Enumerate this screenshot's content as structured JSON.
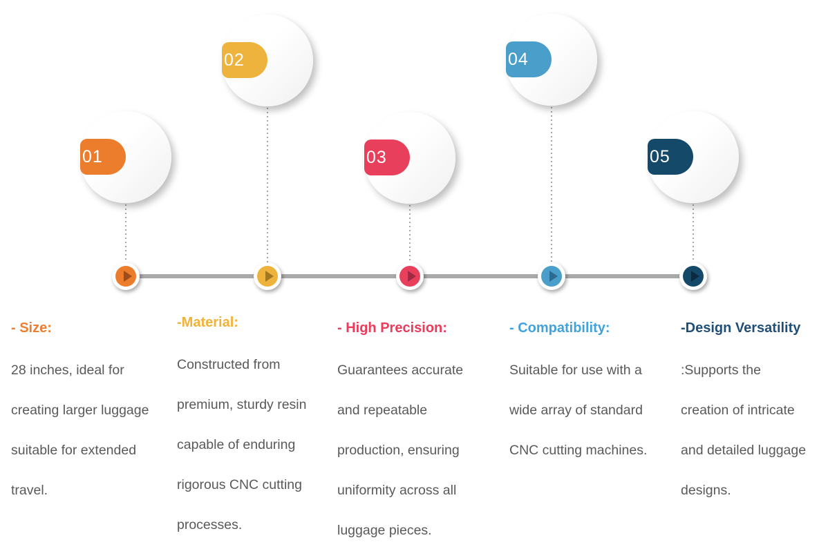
{
  "items": [
    {
      "number": "01",
      "color": "#ec7d2d",
      "arrow": "#9c4d1b",
      "heading": "- Size:",
      "heading_color": "#ed7d31",
      "lines": [
        "28 inches, ideal for",
        "creating larger luggage",
        "suitable for extended",
        "travel."
      ]
    },
    {
      "number": "02",
      "color": "#eeb33c",
      "arrow": "#a3761f",
      "heading": "-Material:",
      "heading_color": "#f2b138",
      "lines": [
        "Constructed from",
        "premium, sturdy resin",
        "capable of enduring",
        "rigorous CNC cutting",
        "processes."
      ]
    },
    {
      "number": "03",
      "color": "#e8405c",
      "arrow": "#a32843",
      "heading": "- High Precision:",
      "heading_color": "#ec3a5b",
      "lines": [
        "Guarantees accurate",
        "and repeatable",
        "production, ensuring",
        "uniformity across all",
        "luggage pieces."
      ]
    },
    {
      "number": "04",
      "color": "#4a9eca",
      "arrow": "#2d6a8f",
      "heading": "- Compatibility:",
      "heading_color": "#41a3de",
      "lines": [
        "Suitable for use with a",
        "wide array of standard",
        "CNC cutting machines."
      ]
    },
    {
      "number": "05",
      "color": "#154969",
      "arrow": "#0b2a40",
      "heading": "-Design Versatility",
      "heading_color": "#1f4e79",
      "lines": [
        ":Supports the",
        "creation of intricate",
        "and detailed luggage",
        "designs."
      ]
    }
  ],
  "timeline": {
    "bar_color": "#a9a9a9",
    "dot_color": "#a6a6a6"
  },
  "body_text_color": "#595959"
}
